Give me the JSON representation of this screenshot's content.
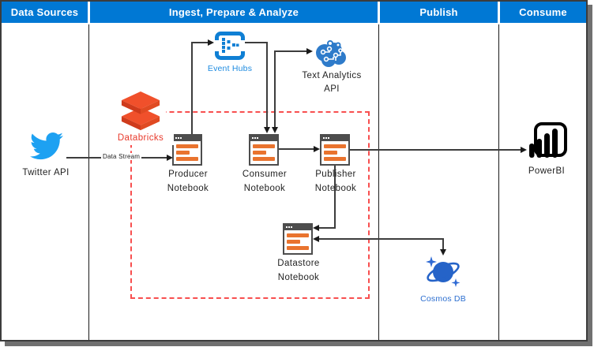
{
  "header": {
    "columns": [
      {
        "label": "Data Sources"
      },
      {
        "label": "Ingest, Prepare & Analyze"
      },
      {
        "label": "Publish"
      },
      {
        "label": "Consume"
      }
    ]
  },
  "nodes": {
    "twitter": {
      "label": "Twitter API"
    },
    "databricks": {
      "label": "Databricks"
    },
    "event_hubs": {
      "label": "Event Hubs"
    },
    "text_analytics": {
      "line1": "Text Analytics",
      "line2": "API"
    },
    "producer": {
      "line1": "Producer",
      "line2": "Notebook"
    },
    "consumer": {
      "line1": "Consumer",
      "line2": "Notebook"
    },
    "publisher": {
      "line1": "Publisher",
      "line2": "Notebook"
    },
    "datastore": {
      "line1": "Datastore",
      "line2": "Notebook"
    },
    "cosmos": {
      "label": "Cosmos DB"
    },
    "powerbi": {
      "label": "PowerBI"
    }
  },
  "edges": {
    "data_stream_label": "Data Stream",
    "connections": [
      {
        "from": "Twitter API",
        "to": "Producer Notebook",
        "label": "Data Stream"
      },
      {
        "from": "Producer Notebook",
        "to": "Event Hubs"
      },
      {
        "from": "Event Hubs",
        "to": "Consumer Notebook"
      },
      {
        "from": "Consumer Notebook",
        "to": "Text Analytics API",
        "bidirectional": true
      },
      {
        "from": "Consumer Notebook",
        "to": "Publisher Notebook"
      },
      {
        "from": "Publisher Notebook",
        "to": "PowerBI"
      },
      {
        "from": "Publisher Notebook",
        "to": "Datastore Notebook"
      },
      {
        "from": "Datastore Notebook",
        "to": "Cosmos DB",
        "bidirectional": true
      }
    ]
  },
  "colors": {
    "header_bg": "#0078d4",
    "azure_blue": "#0f7fd4",
    "twitter_blue": "#1da1f2",
    "databricks_red": "#e8392b",
    "notebook_orange": "#e9732e",
    "text_analytics_blue": "#2e7bca",
    "cosmos_blue": "#2563c8",
    "powerbi_black": "#000000",
    "boundary_red": "#f84f4f"
  }
}
